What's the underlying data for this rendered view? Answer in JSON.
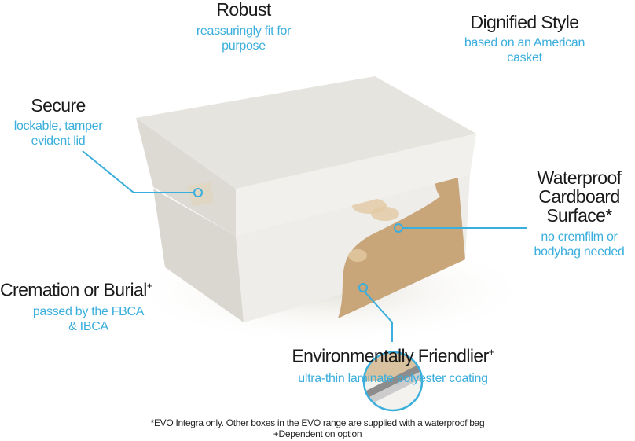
{
  "features": {
    "robust": {
      "title": "Robust",
      "desc": "reassuringly fit for purpose"
    },
    "dignified": {
      "title": "Dignified Style",
      "desc_line1": "based on an American",
      "desc_line2": "casket"
    },
    "secure": {
      "title": "Secure",
      "desc_line1": "lockable, tamper",
      "desc_line2": "evident lid"
    },
    "waterproof": {
      "title_line1": "Waterproof",
      "title_line2": "Cardboard",
      "title_line3": "Surface*",
      "desc_line1": "no cremfilm or",
      "desc_line2": "bodybag needed"
    },
    "cremation": {
      "title": "Cremation or Burial",
      "mark": "+",
      "desc_line1": "passed by the FBCA",
      "desc_line2": "& IBCA"
    },
    "environment": {
      "title": "Environmentally Friendlier",
      "mark": "+",
      "desc": "ultra-thin laminate polyester coating"
    }
  },
  "footnotes": {
    "line1": "*EVO Integra only. Other boxes in the EVO range are supplied with a waterproof bag",
    "line2": "+Dependent on option"
  },
  "colors": {
    "accent": "#3aaedc",
    "heading": "#1a1a1a",
    "box": "#ecebe7",
    "interior": "#c9a67a"
  }
}
